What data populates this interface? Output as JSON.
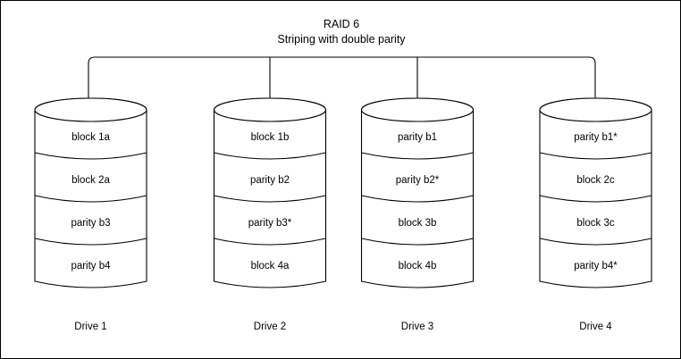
{
  "diagram": {
    "title": "RAID 6",
    "subtitle": "Striping with double parity",
    "background_color": "#ffffff",
    "stroke_color": "#000000",
    "border_color": "#000000",
    "drives": [
      {
        "label": "Drive 1",
        "blocks": [
          "block 1a",
          "block 2a",
          "parity b3",
          "parity b4"
        ]
      },
      {
        "label": "Drive 2",
        "blocks": [
          "block 1b",
          "parity b2",
          "parity b3*",
          "block 4a"
        ]
      },
      {
        "label": "Drive 3",
        "blocks": [
          "parity b1",
          "parity b2*",
          "block 3b",
          "block 4b"
        ]
      },
      {
        "label": "Drive 4",
        "blocks": [
          "parity b1*",
          "block 2c",
          "block 3c",
          "parity b4*"
        ]
      }
    ]
  }
}
